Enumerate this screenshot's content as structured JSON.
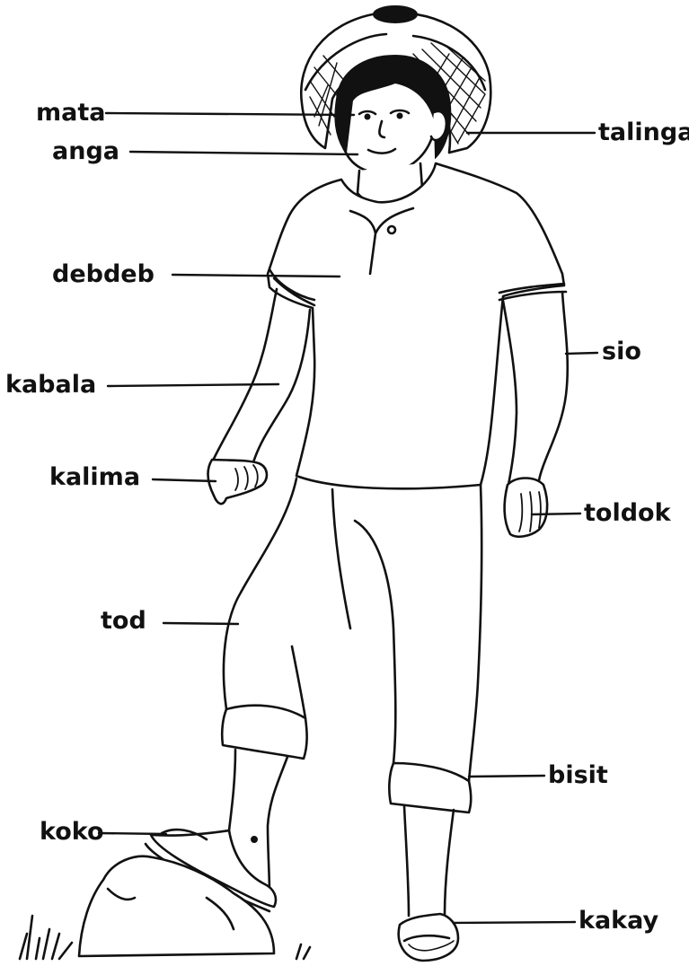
{
  "labels": {
    "mata": "mata",
    "anga": "anga",
    "talinga": "talinga",
    "debdeb": "debdeb",
    "sio": "sio",
    "kabala": "kabala",
    "kalima": "kalima",
    "toldok": "toldok",
    "tod": "tod",
    "bisit": "bisit",
    "koko": "koko",
    "kakay": "kakay"
  }
}
